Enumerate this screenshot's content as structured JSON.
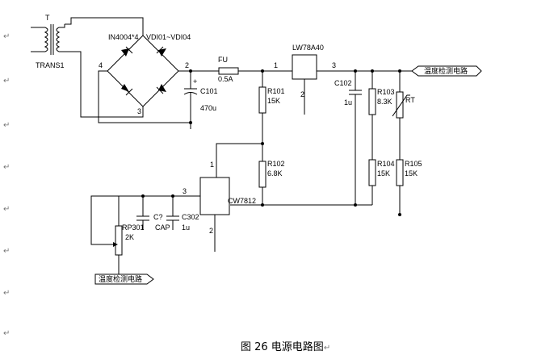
{
  "caption": "图 26  电源电路图",
  "paragraph_mark": "↵",
  "labels": {
    "transformer_t": "T",
    "transformer_name": "TRANS1",
    "diode_model": "IN4004*4",
    "diode_refs": "VDI01~VDI04",
    "node_4": "4",
    "node_2": "2",
    "node_3a": "3",
    "node_3b": "3",
    "node_3c": "3",
    "node_1a": "1",
    "node_1b": "1",
    "node_2b": "2",
    "node_2c": "2",
    "fuse_ref": "FU",
    "fuse_val": "0.5A",
    "reg1_name": "LW78A40",
    "reg2_name": "CW7812",
    "c101_ref": "C101",
    "c101_val": "470u",
    "c101_plus": "+",
    "c102_ref": "C102",
    "c102_val": "1u",
    "r101_ref": "R101",
    "r101_val": "15K",
    "r102_ref": "R102",
    "r102_val": "6.8K",
    "r103_ref": "R103",
    "r103_val": "8.3K",
    "r104_ref": "R104",
    "r104_val": "15K",
    "r105_ref": "R105",
    "r105_val": "15K",
    "rt_ref": "RT",
    "rp301_ref": "RP301",
    "rp301_val": "2K",
    "c301_ref": "C?",
    "c301_val": "CAP",
    "c302_ref": "C302",
    "c302_val": "1u",
    "out_port": "温度检测电路",
    "in_port": "温度检测电路"
  }
}
